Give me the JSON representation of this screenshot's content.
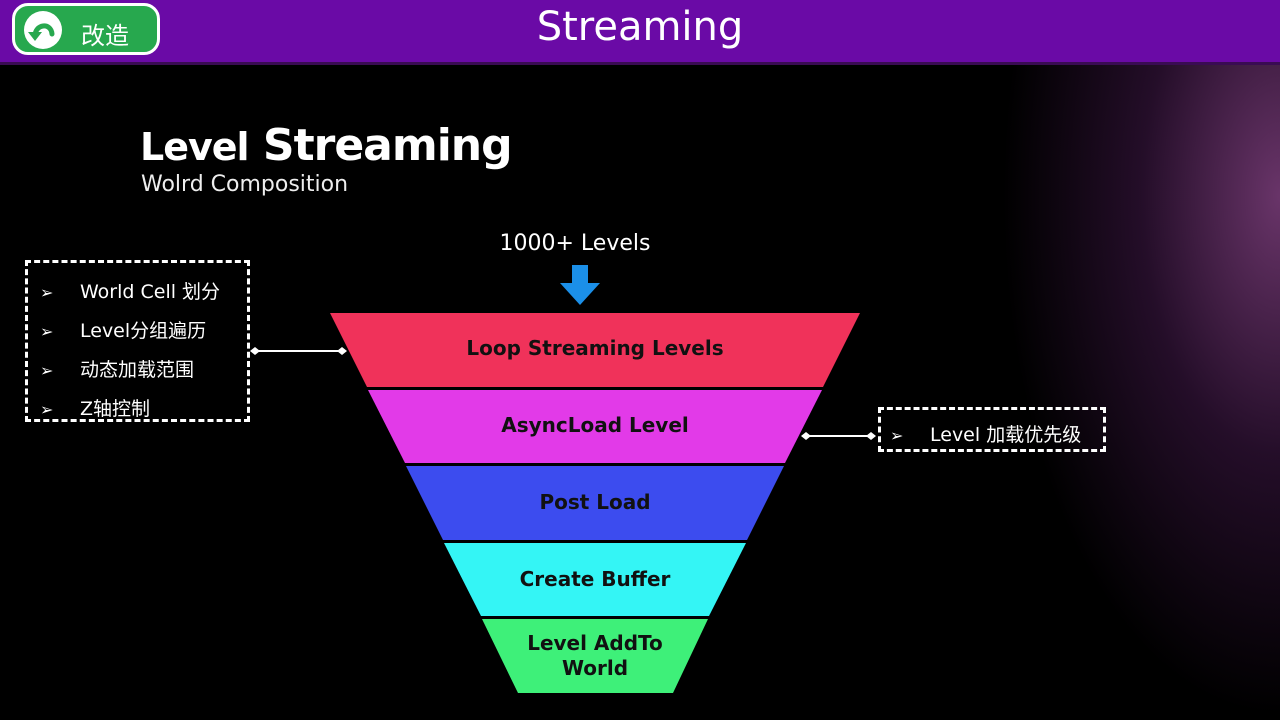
{
  "header": {
    "back_label": "改造",
    "title": "Streaming"
  },
  "slide": {
    "title_part1": "Level",
    "title_part2": "Streaming",
    "subtitle": "Wolrd Composition",
    "input_label": "1000+ Levels"
  },
  "funnel": {
    "stages": [
      {
        "label": "Loop Streaming Levels",
        "color": "#f0325a"
      },
      {
        "label": "AsyncLoad Level",
        "color": "#e23ae8"
      },
      {
        "label": "Post Load",
        "color": "#3c4cef"
      },
      {
        "label": "Create Buffer",
        "color": "#34f5f5"
      },
      {
        "label": "Level AddTo World",
        "color": "#3ef079"
      }
    ]
  },
  "left_note": {
    "bullet": "➢",
    "items": [
      "World Cell 划分",
      "Level分组遍历",
      "动态加载范围",
      "Z轴控制"
    ]
  },
  "right_note": {
    "bullet": "➢",
    "items": [
      "Level 加载优先级"
    ]
  },
  "colors": {
    "header_bg": "#6a0aa6",
    "back_button": "#27a84e",
    "arrow": "#1b8fe8"
  }
}
